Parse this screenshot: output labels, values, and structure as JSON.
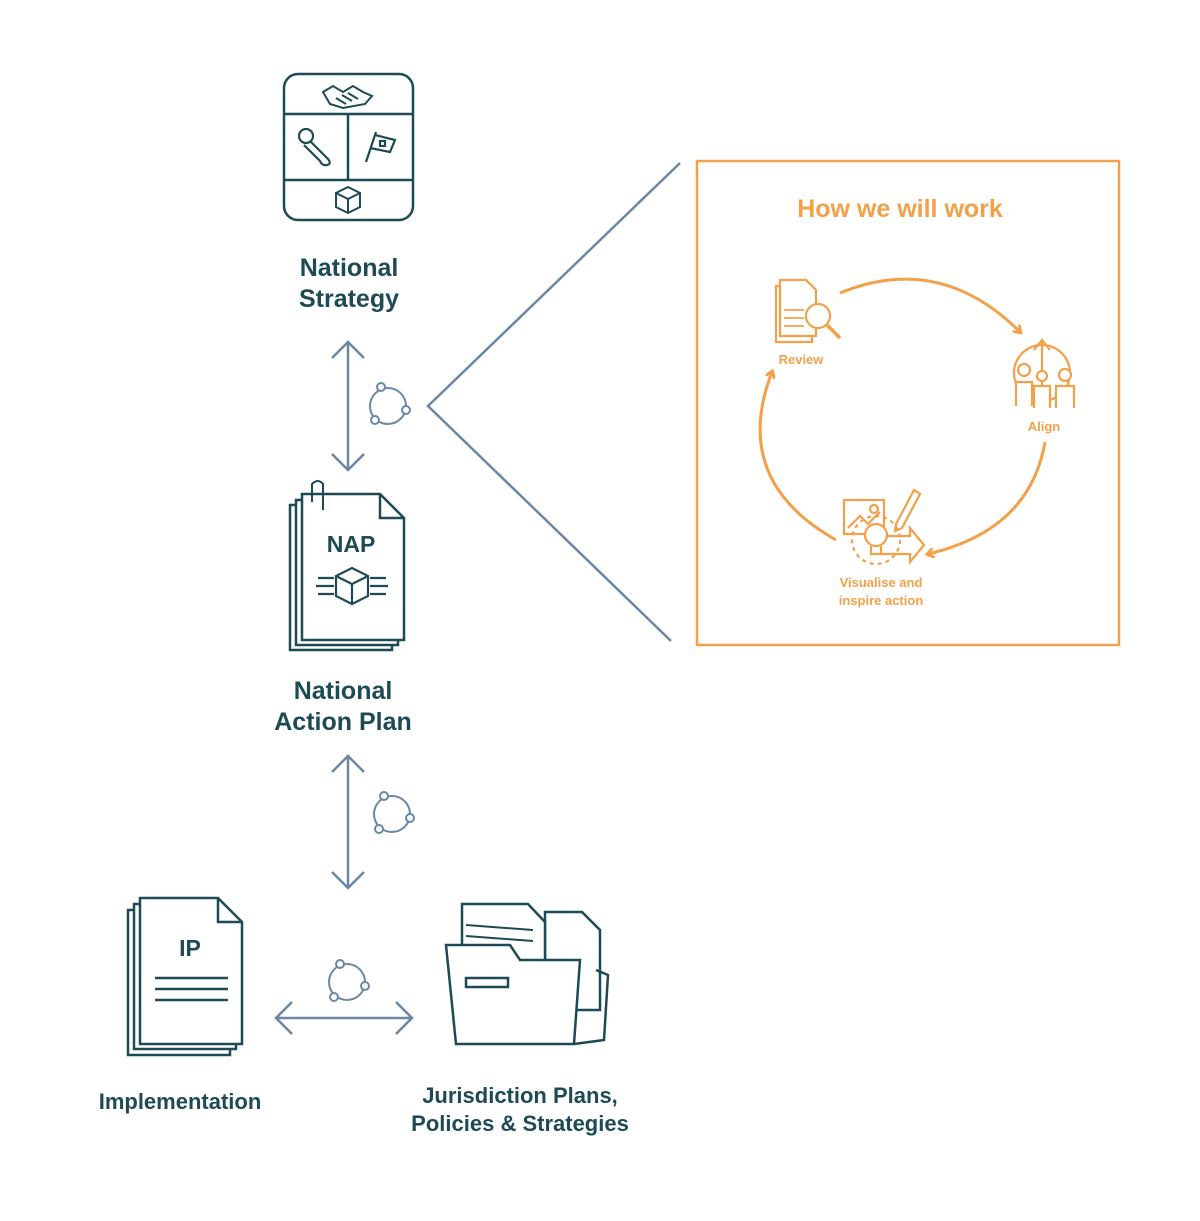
{
  "nodes": {
    "national_strategy": {
      "title_line1": "National",
      "title_line2": "Strategy"
    },
    "national_action_plan": {
      "badge": "NAP",
      "title_line1": "National",
      "title_line2": "Action Plan"
    },
    "implementation": {
      "badge": "IP",
      "title": "Implementation"
    },
    "jurisdiction": {
      "title_line1": "Jurisdiction Plans,",
      "title_line2": "Policies & Strategies"
    }
  },
  "how_we_work": {
    "title": "How we will work",
    "steps": [
      {
        "label": "Review"
      },
      {
        "label": "Align"
      },
      {
        "label_line1": "Visualise and",
        "label_line2": "inspire action"
      }
    ]
  },
  "colors": {
    "dark_teal": "#1d4a55",
    "connector_blue": "#6b87a6",
    "accent_orange": "#f2a049"
  },
  "icons": [
    "handshake-icon",
    "wrench-icon",
    "flag-icon",
    "cube-icon",
    "cycle-icon",
    "document-icon",
    "folder-icon",
    "magnifier-icon",
    "people-icon",
    "lightbulb-icon",
    "pencil-icon"
  ]
}
